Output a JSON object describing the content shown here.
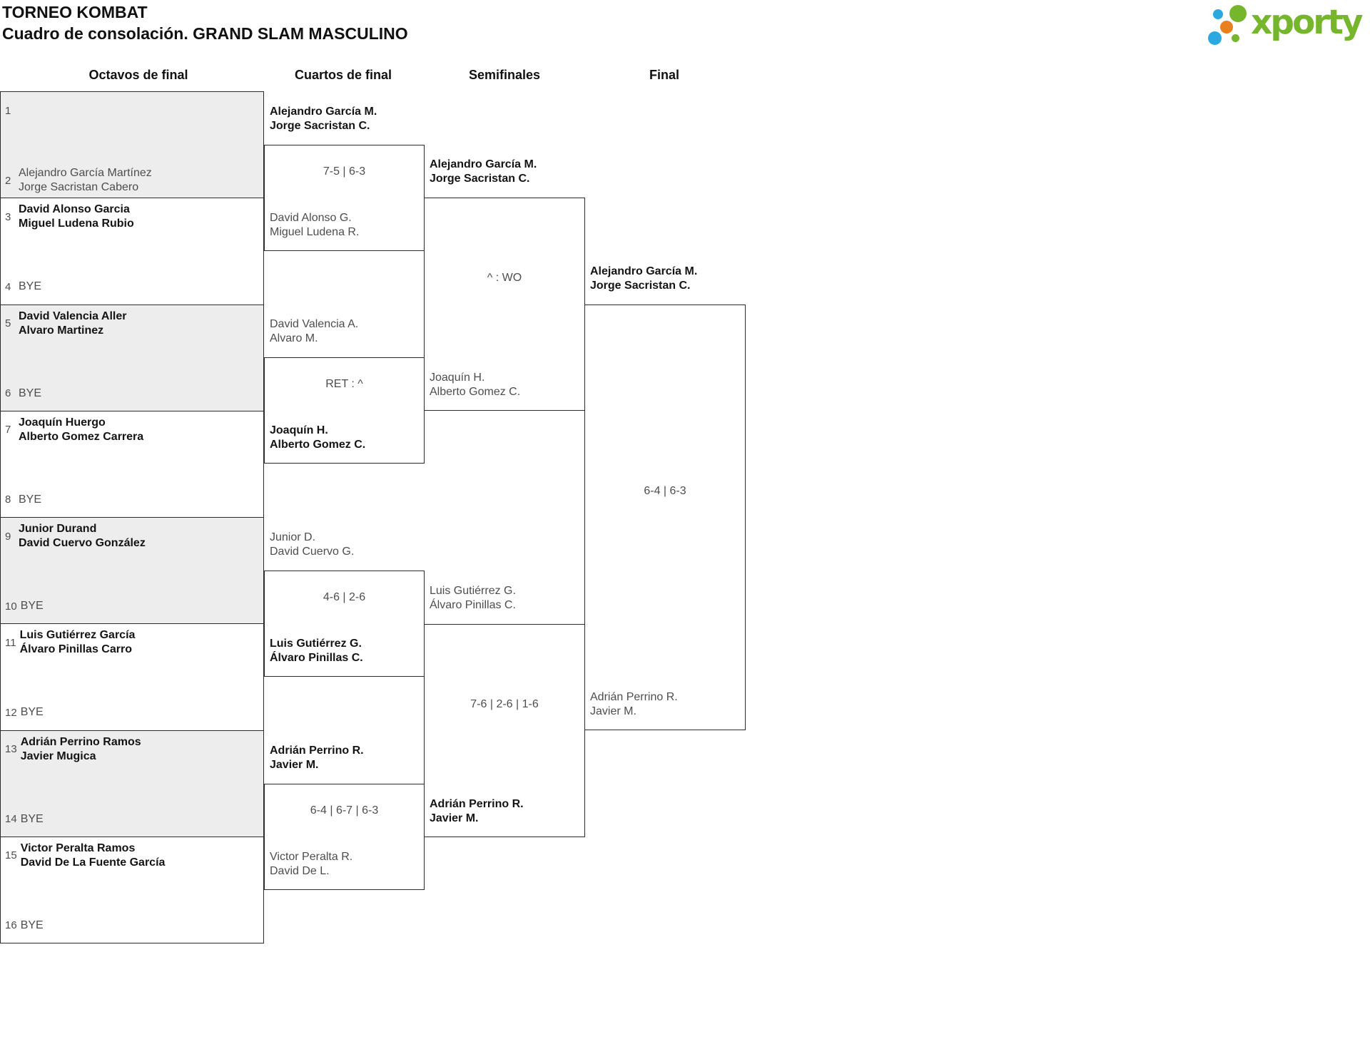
{
  "header": {
    "title_line1": "TORNEO KOMBAT",
    "title_line2": "Cuadro de consolación. GRAND SLAM MASCULINO"
  },
  "logo": {
    "brand": "xporty",
    "colors": {
      "green": "#76b62c",
      "blue": "#2aa9e0",
      "orange": "#e9801f"
    }
  },
  "round_headers": [
    "Octavos de final",
    "Cuartos de final",
    "Semifinales",
    "Final"
  ],
  "octavos_slots": [
    {
      "seed": "1",
      "lines": []
    },
    {
      "seed": "2",
      "lines": [
        "Alejandro García Martínez",
        "Jorge Sacristan Cabero"
      ]
    },
    {
      "seed": "3",
      "lines": [
        "David Alonso Garcia",
        "Miguel Ludena Rubio"
      ]
    },
    {
      "seed": "4",
      "lines": [
        "BYE"
      ]
    },
    {
      "seed": "5",
      "lines": [
        "David Valencia Aller",
        "Alvaro Martinez"
      ]
    },
    {
      "seed": "6",
      "lines": [
        "BYE"
      ]
    },
    {
      "seed": "7",
      "lines": [
        "Joaquín Huergo",
        "Alberto Gomez Carrera"
      ]
    },
    {
      "seed": "8",
      "lines": [
        "BYE"
      ]
    },
    {
      "seed": "9",
      "lines": [
        "Junior Durand",
        "David Cuervo González"
      ]
    },
    {
      "seed": "10",
      "lines": [
        "BYE"
      ]
    },
    {
      "seed": "11",
      "lines": [
        "Luis Gutiérrez García",
        "Álvaro Pinillas Carro"
      ]
    },
    {
      "seed": "12",
      "lines": [
        "BYE"
      ]
    },
    {
      "seed": "13",
      "lines": [
        "Adrián Perrino Ramos",
        "Javier Mugica"
      ]
    },
    {
      "seed": "14",
      "lines": [
        "BYE"
      ]
    },
    {
      "seed": "15",
      "lines": [
        "Victor Peralta Ramos",
        "David De La Fuente García"
      ]
    },
    {
      "seed": "16",
      "lines": [
        "BYE"
      ]
    }
  ],
  "cuartos": [
    {
      "top": [
        "Alejandro García M.",
        "Jorge Sacristan C."
      ],
      "score": "7-5 | 6-3",
      "bottom": [
        "David Alonso G.",
        "Miguel Ludena R."
      ]
    },
    {
      "top": [
        "David Valencia A.",
        "Alvaro M."
      ],
      "score": "RET : ^",
      "bottom": [
        "Joaquín H.",
        "Alberto Gomez C."
      ]
    },
    {
      "top": [
        "Junior D.",
        "David Cuervo G."
      ],
      "score": "4-6 | 2-6",
      "bottom": [
        "Luis Gutiérrez G.",
        "Álvaro Pinillas C."
      ]
    },
    {
      "top": [
        "Adrián Perrino R.",
        "Javier M."
      ],
      "score": "6-4 | 6-7 | 6-3",
      "bottom": [
        "Victor Peralta R.",
        "David De L."
      ]
    }
  ],
  "semifinales": [
    {
      "top": [
        "Alejandro García M.",
        "Jorge Sacristan C."
      ],
      "score": "^ : WO",
      "bottom": [
        "Joaquín H.",
        "Alberto Gomez C."
      ]
    },
    {
      "top": [
        "Luis Gutiérrez G.",
        "Álvaro Pinillas C."
      ],
      "score": "7-6 | 2-6 | 1-6",
      "bottom": [
        "Adrián Perrino R.",
        "Javier M."
      ]
    }
  ],
  "final": [
    {
      "top": [
        "Alejandro García M.",
        "Jorge Sacristan C."
      ],
      "score": "6-4 | 6-3",
      "bottom": [
        "Adrián Perrino R.",
        "Javier M."
      ]
    }
  ]
}
